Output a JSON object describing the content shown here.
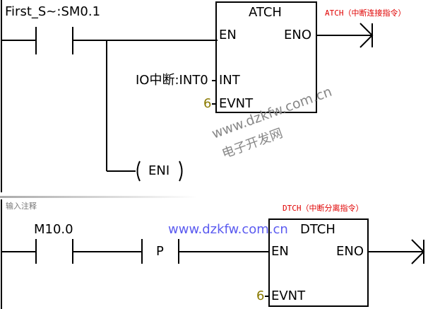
{
  "network1": {
    "contact_label": "First_S~:SM0.1",
    "box_title": "ATCH",
    "en": "EN",
    "eno": "ENO",
    "int_operand": "IO中断:INT0",
    "int_pin": "INT",
    "evnt_value": "6",
    "evnt_pin": "EVNT",
    "annotation": "ATCH（中断连接指令）",
    "coil_label": "ENI"
  },
  "network2": {
    "comment": "输入注释",
    "contact_label": "M10.0",
    "p_contact": "P",
    "box_title": "DTCH",
    "en": "EN",
    "eno": "ENO",
    "evnt_value": "6",
    "evnt_pin": "EVNT",
    "annotation": "DTCH（中断分离指令）"
  },
  "watermark": {
    "url": "www.dzkfw.com.cn",
    "site": "电子开发网"
  },
  "colors": {
    "annotation": "#e00000",
    "constant": "#8a7a00",
    "watermark_blue": "#5b5bf0"
  }
}
